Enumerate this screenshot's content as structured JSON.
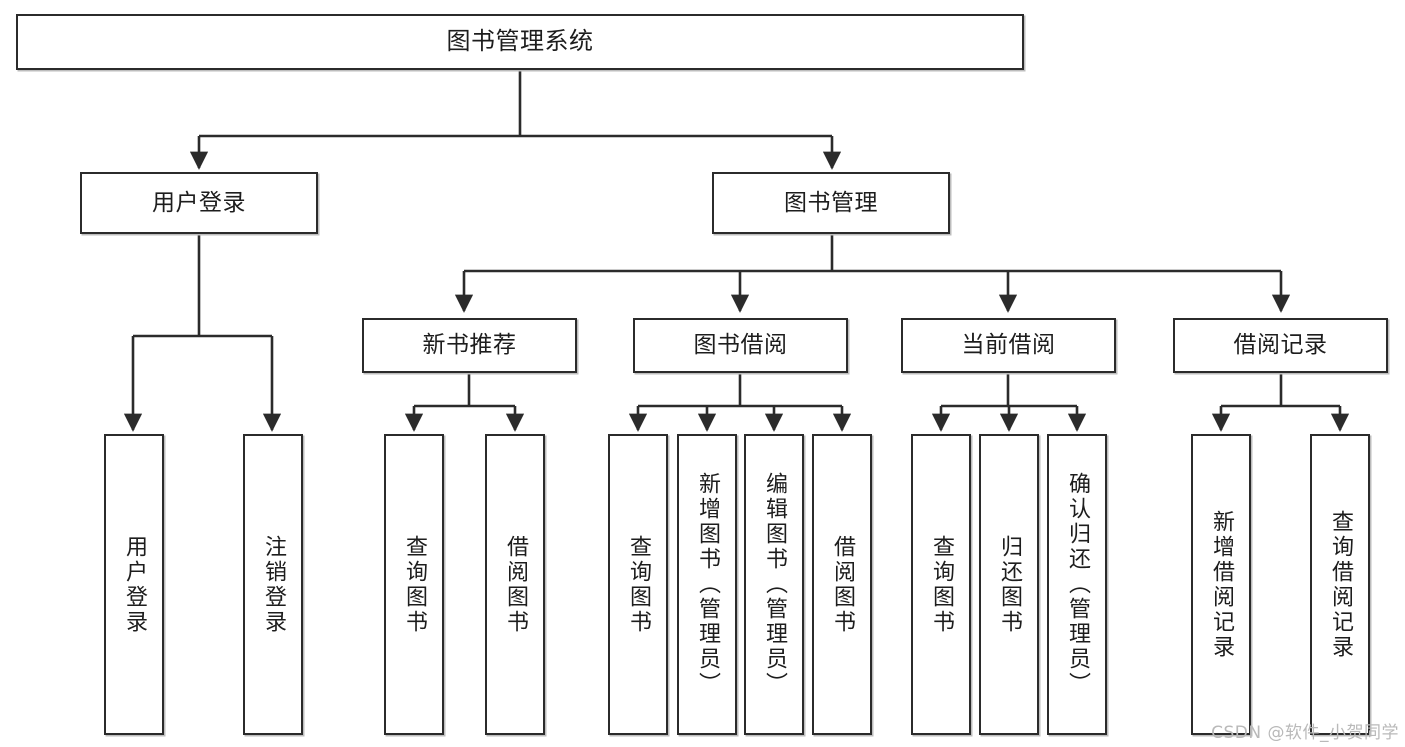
{
  "diagram": {
    "title": "图书管理系统",
    "type": "tree-hierarchy",
    "watermark": "CSDN @软件_小贺同学",
    "accent_border_color": "#2b2b2b",
    "background_color": "#ffffff",
    "text_color": "#1d1d1d",
    "watermark_color": "#b9b9b9"
  },
  "nodes": {
    "root": {
      "label": "图书管理系统"
    },
    "level1": [
      {
        "label": "用户登录"
      },
      {
        "label": "图书管理"
      }
    ],
    "level2": [
      {
        "label": "新书推荐"
      },
      {
        "label": "图书借阅"
      },
      {
        "label": "当前借阅"
      },
      {
        "label": "借阅记录"
      }
    ],
    "leaves": {
      "user_login": [
        {
          "label": "用户登录"
        },
        {
          "label": "注销登录"
        }
      ],
      "new_book_recommend": [
        {
          "label": "查询图书"
        },
        {
          "label": "借阅图书"
        }
      ],
      "book_borrow": [
        {
          "label": "查询图书"
        },
        {
          "label": "新增图书（管理员）"
        },
        {
          "label": "编辑图书（管理员）"
        },
        {
          "label": "借阅图书"
        }
      ],
      "current_borrow": [
        {
          "label": "查询图书"
        },
        {
          "label": "归还图书"
        },
        {
          "label": "确认归还（管理员）"
        }
      ],
      "borrow_record": [
        {
          "label": "新增借阅记录"
        },
        {
          "label": "查询借阅记录"
        }
      ]
    }
  }
}
